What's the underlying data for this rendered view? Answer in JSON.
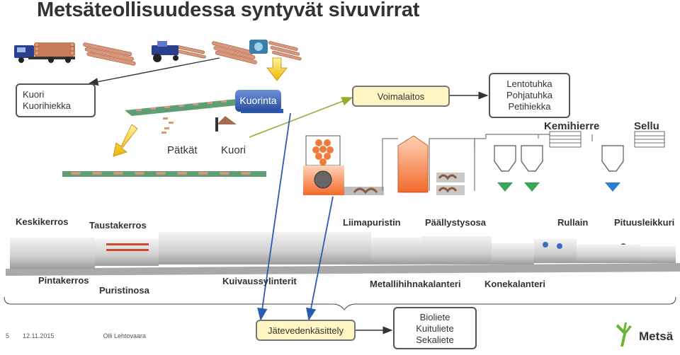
{
  "title": "Metsäteollisuudessa syntyvät sivuvirrat",
  "boxes": {
    "kuori": {
      "line1": "Kuori",
      "line2": "Kuorihiekka"
    },
    "kuorinta": "Kuorinta",
    "voimalaitos": "Voimalaitos",
    "lento": {
      "line1": "Lentotuhka",
      "line2": "Pohjatuhka",
      "line3": "Petihiekka"
    },
    "jatevesi": "Jätevedenkäsittely",
    "bio": {
      "line1": "Bioliete",
      "line2": "Kuituliete",
      "line3": "Sekaliete"
    }
  },
  "labels": {
    "patkat": "Pätkät",
    "kuori": "Kuori",
    "kemihierre": "Kemihierre",
    "sellu": "Sellu"
  },
  "machine_labels_top": [
    "Keskikerros",
    "Taustakerros",
    "Liimapuristin",
    "Päällystysosa",
    "Rullain",
    "Pituusleikkuri"
  ],
  "machine_labels_bottom": [
    "Pintakerros",
    "Puristinosa",
    "Kuivaussylinterit",
    "Metallihihnakalanteri",
    "Konekalanteri"
  ],
  "footer": {
    "page": "5",
    "date": "12.11.2015",
    "author": "Olli Lehtovaara"
  },
  "logo": "Metsä",
  "colors": {
    "accent_blue": "#2a5db0",
    "arrow_yellow": "#f3c21c",
    "arrow_green": "#3aa655",
    "boiler_orange": "#f06a2a",
    "box_fill": "#fff6c4"
  }
}
